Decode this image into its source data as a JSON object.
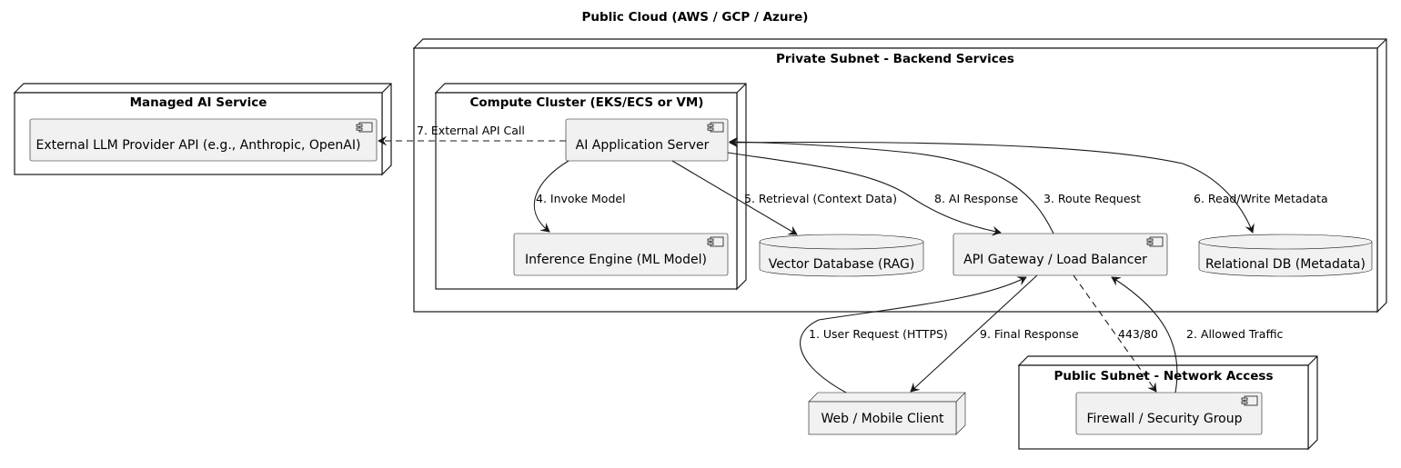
{
  "title": "Public Cloud (AWS / GCP / Azure)",
  "nodes": {
    "managed_ai": "Managed AI Service",
    "private_subnet": "Private Subnet - Backend Services",
    "compute_cluster": "Compute Cluster (EKS/ECS or VM)",
    "public_subnet": "Public Subnet - Network Access"
  },
  "components": {
    "external_llm": "External LLM Provider API (e.g., Anthropic, OpenAI)",
    "ai_app_server": "AI Application Server",
    "inference_engine": "Inference Engine (ML Model)",
    "vector_db": "Vector Database (RAG)",
    "api_gateway": "API Gateway / Load Balancer",
    "relational_db": "Relational DB (Metadata)",
    "web_client": "Web / Mobile Client",
    "firewall": "Firewall / Security Group"
  },
  "edges": {
    "e1": "1. User Request (HTTPS)",
    "e2": "2. Allowed Traffic",
    "e3": "3. Route Request",
    "e4": "4. Invoke Model",
    "e5": "5. Retrieval (Context Data)",
    "e6": "6. Read/Write Metadata",
    "e7": "7. External API Call",
    "e8": "8. AI Response",
    "e9": "9. Final Response",
    "e443": "443/80"
  },
  "colors": {
    "line": "#181818",
    "component_fill": "#f1f1f1",
    "background": "#ffffff"
  }
}
